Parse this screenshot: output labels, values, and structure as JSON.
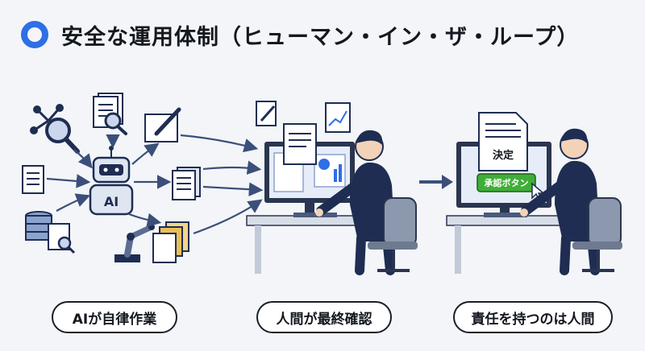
{
  "title": "安全な運用体制（ヒューマン・イン・ザ・ループ）",
  "robot_label": "AI",
  "decision_doc_label": "決定",
  "approve_button_label": "承認ボタン",
  "steps": [
    {
      "label": "AIが自律作業"
    },
    {
      "label": "人間が最終確認"
    },
    {
      "label": "責任を持つのは人間"
    }
  ],
  "colors": {
    "accent": "#2f6ee6",
    "navy": "#1f2d52",
    "approve_green": "#3fae38"
  }
}
